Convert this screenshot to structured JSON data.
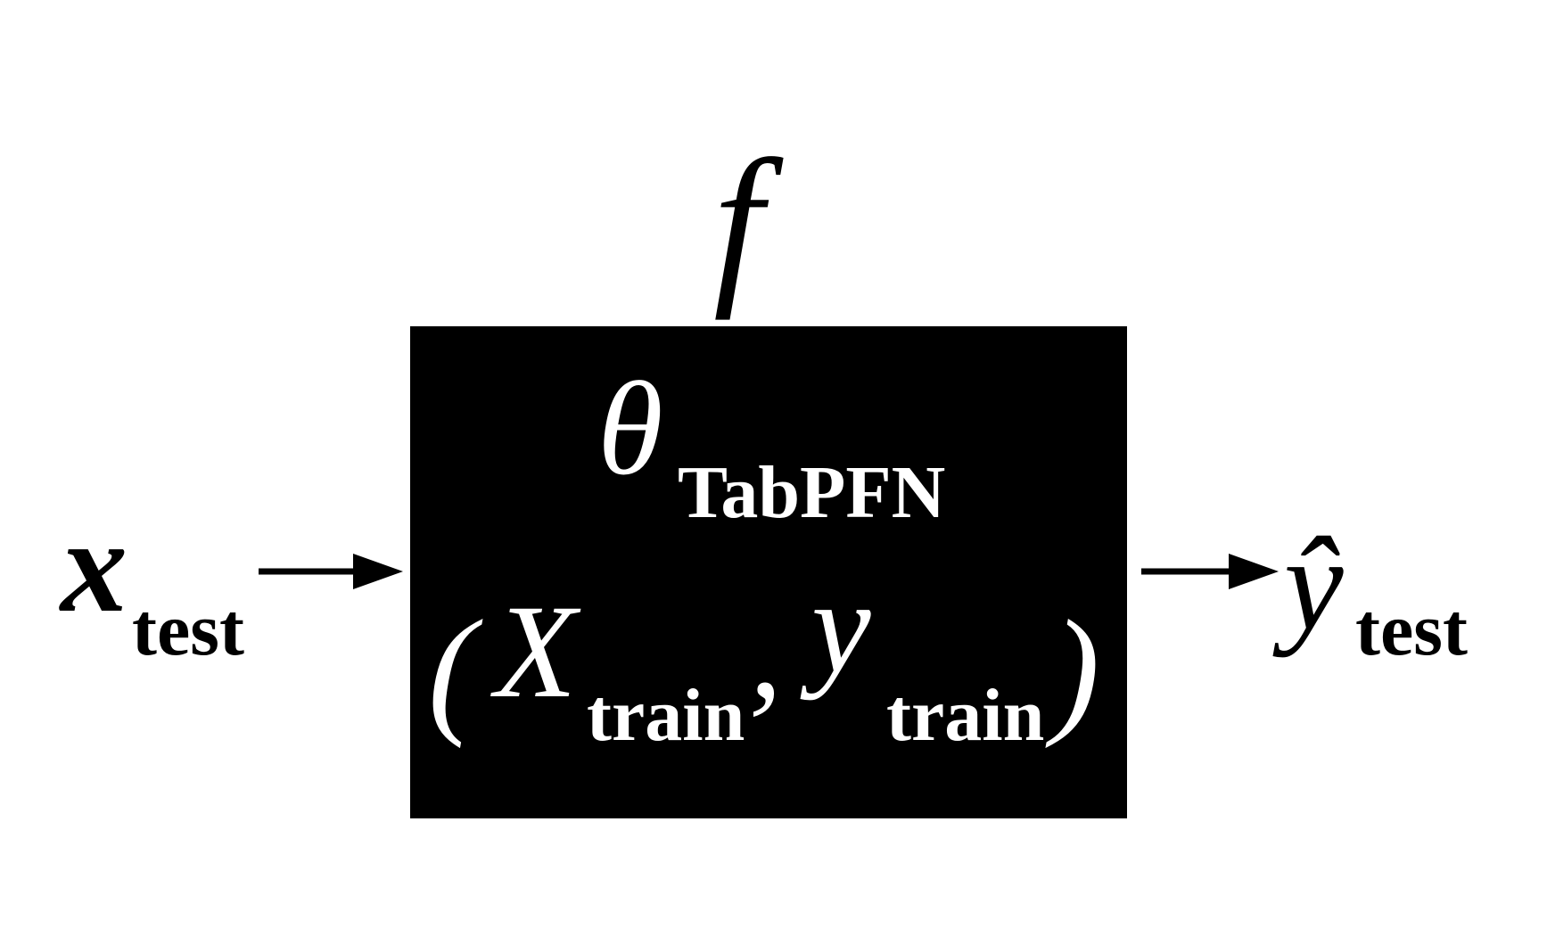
{
  "diagram": {
    "function_symbol": "f",
    "model": {
      "param_symbol": "θ",
      "param_subscript": "TabPFN",
      "open_paren": "(",
      "X_symbol": "X",
      "X_subscript": "train",
      "comma": ",",
      "y_symbol": "y",
      "y_subscript": "train",
      "close_paren": ")"
    },
    "input": {
      "symbol": "x",
      "subscript": "test"
    },
    "output": {
      "symbol": "ŷ",
      "subscript": "test"
    }
  }
}
